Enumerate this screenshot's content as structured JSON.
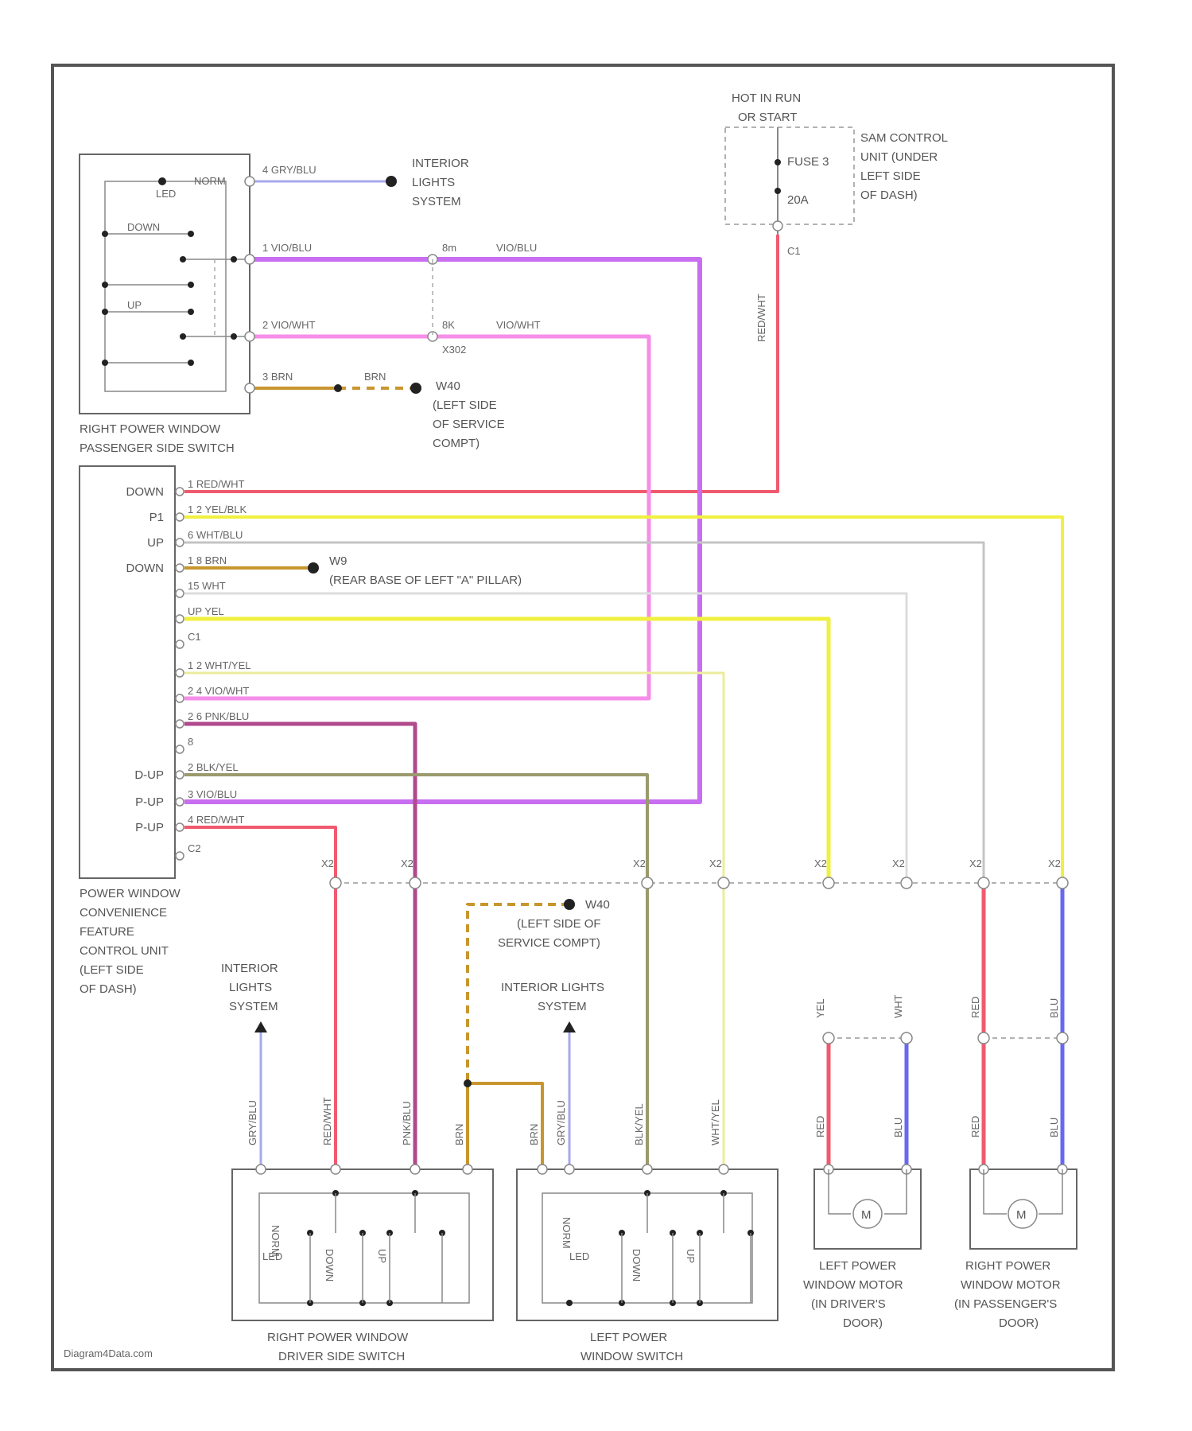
{
  "power_source": {
    "hot_label_1": "HOT IN RUN",
    "hot_label_2": "OR START",
    "fuse_name": "FUSE 3",
    "fuse_rating": "20A",
    "box_label_1": "SAM CONTROL",
    "box_label_2": "UNIT (UNDER",
    "box_label_3": "LEFT SIDE",
    "box_label_4": "OF DASH)",
    "wire_label": "RED/WHT",
    "connector": "C1"
  },
  "passenger_switch": {
    "label_1": "RIGHT POWER WINDOW",
    "label_2": "PASSENGER SIDE SWITCH",
    "contact_1": "NORM",
    "contact_2": "DOWN",
    "contact_3": "UP",
    "lamp": "LED",
    "pin4_label": "4  GRY/BLU",
    "pin1_label": "1  VIO/BLU",
    "pin2_label": "2  VIO/WHT",
    "pin3_label": "3  BRN",
    "pin3_label_b": "BRN",
    "interior_1": "INTERIOR",
    "interior_2": "LIGHTS",
    "interior_3": "SYSTEM",
    "splice_1": "8m",
    "splice_1_wire": "VIO/BLU",
    "splice_2": "8K",
    "splice_2_wire": "VIO/WHT",
    "splice_2_conn": "X302",
    "ground_1": "W40",
    "ground_2": "(LEFT SIDE",
    "ground_3": "OF SERVICE",
    "ground_4": "COMPT)"
  },
  "control_unit": {
    "label_1": "POWER WINDOW",
    "label_2": "CONVENIENCE",
    "label_3": "FEATURE",
    "label_4": "CONTROL UNIT",
    "label_5": "(LEFT SIDE",
    "label_6": "OF DASH)",
    "pins": [
      {
        "side": "DOWN",
        "wire": "1  RED/WHT"
      },
      {
        "side": "P1",
        "wire": "1 2  YEL/BLK"
      },
      {
        "side": "UP",
        "wire": "6  WHT/BLU"
      },
      {
        "side": "DOWN",
        "wire": "1 8  BRN"
      },
      {
        "side": "",
        "wire": "15  WHT"
      },
      {
        "side": "",
        "wire": "UP  YEL"
      },
      {
        "side": "",
        "wire": "C1"
      },
      {
        "side": "",
        "wire": "1 2  WHT/YEL"
      },
      {
        "side": "",
        "wire": "2 4  VIO/WHT"
      },
      {
        "side": "",
        "wire": "2 6  PNK/BLU"
      },
      {
        "side": "",
        "wire": "8"
      },
      {
        "side": "D-UP",
        "wire": "2  BLK/YEL"
      },
      {
        "side": "P-UP",
        "wire": "3  VIO/BLU"
      },
      {
        "side": "P-UP",
        "wire": "4  RED/WHT"
      },
      {
        "side": "",
        "wire": "C2"
      }
    ],
    "ground_1": "W9",
    "ground_2": "(REAR BASE OF LEFT \"A\" PILLAR)"
  },
  "lower_grounds": {
    "g1": "W40",
    "g2": "(LEFT SIDE OF",
    "g3": "SERVICE COMPT)"
  },
  "interior_lights_left": {
    "l1": "INTERIOR",
    "l2": "LIGHTS",
    "l3": "SYSTEM"
  },
  "interior_lights_mid": {
    "l1": "INTERIOR LIGHTS",
    "l2": "SYSTEM"
  },
  "driver_switch": {
    "label_1": "RIGHT POWER WINDOW",
    "label_2": "DRIVER SIDE SWITCH",
    "wires": [
      "GRY/BLU",
      "RED/WHT",
      "PNK/BLU",
      "BRN"
    ],
    "contacts": [
      "NORM",
      "DOWN",
      "UP"
    ]
  },
  "left_switch": {
    "label_1": "LEFT POWER",
    "label_2": "WINDOW SWITCH",
    "wires": [
      "BRN",
      "GRY/BLU",
      "BLK/YEL",
      "WHT/YEL"
    ],
    "contacts": [
      "NORM",
      "DOWN",
      "UP"
    ]
  },
  "left_motor": {
    "label_1": "LEFT POWER",
    "label_2": "WINDOW MOTOR",
    "label_3": "(IN DRIVER'S",
    "label_4": "DOOR)",
    "symbol": "M",
    "wire_a_top": "YEL",
    "wire_b_top": "WHT",
    "wire_a_bot": "RED",
    "wire_b_bot": "BLU"
  },
  "right_motor": {
    "label_1": "RIGHT POWER",
    "label_2": "WINDOW MOTOR",
    "label_3": "(IN PASSENGER'S",
    "label_4": "DOOR)",
    "symbol": "M",
    "wire_a_top": "RED",
    "wire_b_top": "BLU",
    "wire_a_bot": "RED",
    "wire_b_bot": "BLU"
  },
  "connectors_row": [
    "X2",
    "X2",
    "X2",
    "X2",
    "X2",
    "X2",
    "X2",
    "X2"
  ],
  "watermark": "Diagram4Data.com",
  "wire_colors": {
    "red": "#f05a6e",
    "pink": "#f58ee8",
    "violet": "#c86ef0",
    "lavender": "#a8a8ec",
    "yellow": "#f0f040",
    "gray": "#c4c4c4",
    "brown": "#c8962e",
    "olive": "#9a9a6e",
    "paleyellow": "#ecec9c",
    "magenta": "#b04a8c",
    "blue": "#6868f0",
    "lightgray": "#dcdcdc"
  }
}
